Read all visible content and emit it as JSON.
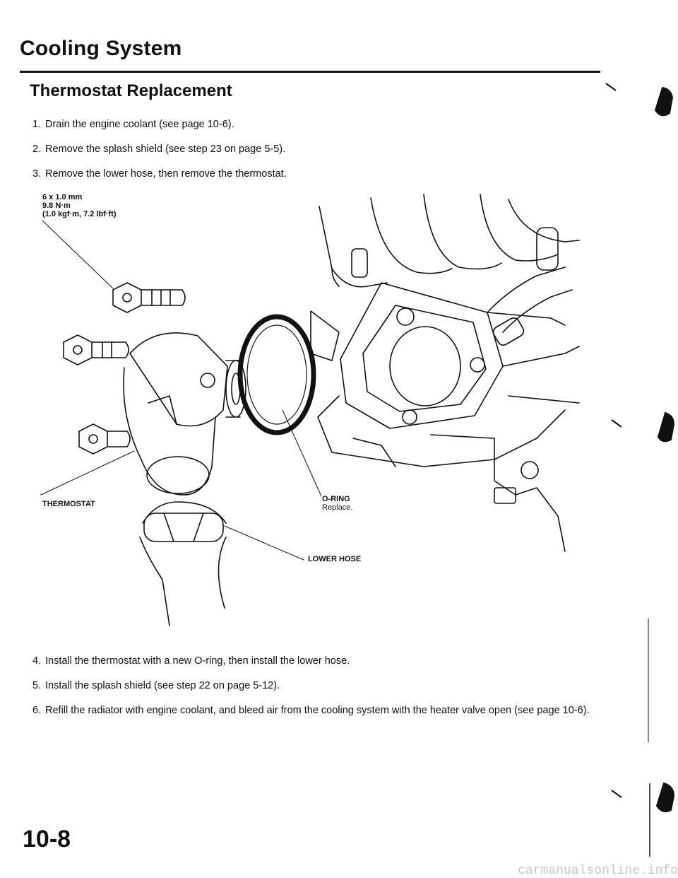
{
  "header": {
    "title": "Cooling System",
    "section_title": "Thermostat Replacement"
  },
  "steps_before": [
    {
      "num": "1.",
      "text": "Drain the engine coolant (see page 10-6)."
    },
    {
      "num": "2.",
      "text": "Remove the splash shield (see step 23 on page 5-5)."
    },
    {
      "num": "3.",
      "text": "Remove the lower hose, then remove the thermostat."
    }
  ],
  "figure": {
    "bolt_spec": {
      "line1": "6 x 1.0 mm",
      "line2": "9.8 N·m",
      "line3": "(1.0 kgf·m, 7.2 lbf·ft)"
    },
    "oring_label": "O-RING",
    "oring_note": "Replace.",
    "thermostat_label": "THERMOSTAT",
    "lower_hose_label": "LOWER HOSE"
  },
  "steps_after": [
    {
      "num": "4.",
      "text": "Install the thermostat with a new O-ring, then install the lower hose."
    },
    {
      "num": "5.",
      "text": "Install the splash shield (see step 22 on page 5-12)."
    },
    {
      "num": "6.",
      "text": "Refill the radiator with engine coolant, and bleed air from the cooling system with the heater valve open (see page 10-6)."
    }
  ],
  "footer": {
    "page_number": "10-8",
    "watermark": "carmanualsonline.info"
  },
  "colors": {
    "ink": "#111111",
    "watermark": "#c6c6c6"
  }
}
